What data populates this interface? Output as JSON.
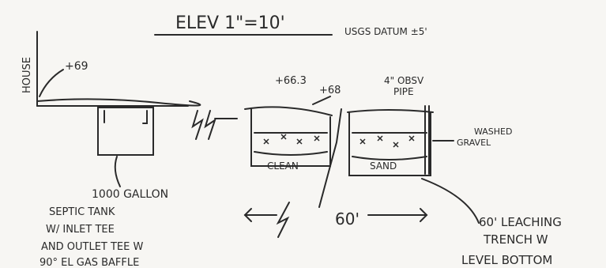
{
  "title": {
    "main": "ELEV  1\"=10'",
    "datum": "USGS DATUM ±5'"
  },
  "labels": {
    "house": "HOUSE",
    "elev_69": "+69",
    "elev_66_3": "+66.3",
    "elev_68": "+68",
    "obsv_pipe_line1": "4\" OBSV",
    "obsv_pipe_line2": "PIPE",
    "washed_line1": "WASHED",
    "washed_line2": "GRAVEL",
    "clean": "CLEAN",
    "sand": "SAND",
    "distance": "60'",
    "tank_line1": "1000 GALLON",
    "tank_line2": "SEPTIC TANK",
    "tank_line3": "W/ INLET TEE",
    "tank_line4": "AND OUTLET TEE W",
    "tank_line5": "90° EL GAS BAFFLE",
    "trench_line1": "60' LEACHING",
    "trench_line2": "TRENCH W",
    "trench_line3": "LEVEL BOTTOM"
  },
  "colors": {
    "ink": "#2a2a2a",
    "paper": "#f7f6f3"
  }
}
